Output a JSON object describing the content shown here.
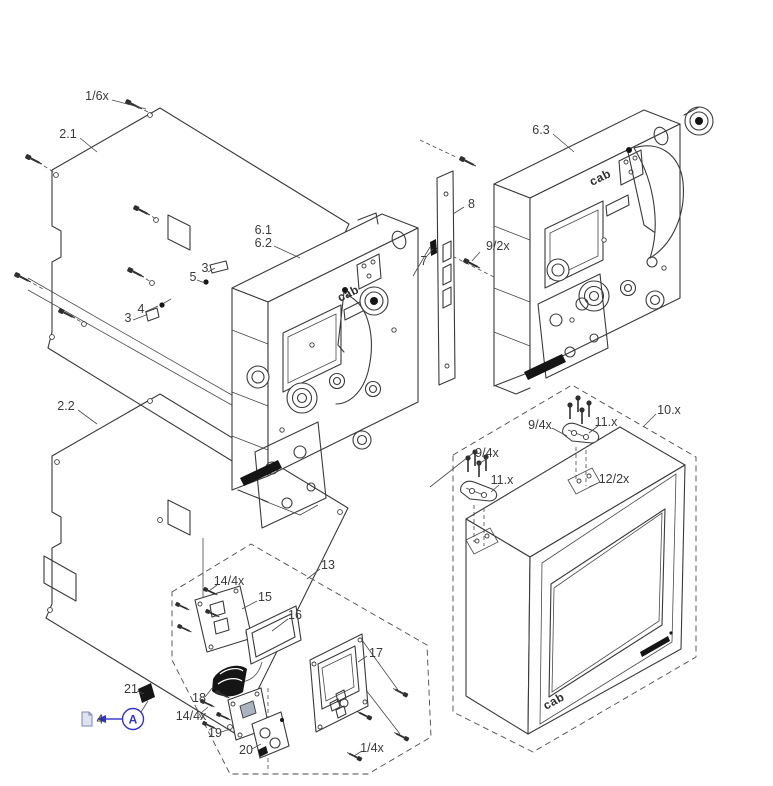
{
  "diagram": {
    "brand": {
      "logo": "cab"
    },
    "marker": {
      "letter": "A",
      "page_ref": "4"
    },
    "colors": {
      "line": "#3a3a3a",
      "accent_blue": "#3333cc",
      "paper": "#ffffff"
    },
    "callouts": {
      "k_1_6x": "1/6x",
      "k_2_1": "2.1",
      "k_2_2": "2.2",
      "k_6_1": "6.1",
      "k_6_2": "6.2",
      "k_6_3": "6.3",
      "k_8": "8",
      "k_7": "7",
      "k_9_2x": "9/2x",
      "k_3a": "3",
      "k_5": "5",
      "k_4": "4",
      "k_3b": "3",
      "k_10x": "10.x",
      "k_9_4x_right": "9/4x",
      "k_11x_right": "11.x",
      "k_9_4x_left": "9/4x",
      "k_11x_left": "11.x",
      "k_12_2x": "12/2x",
      "k_13": "13",
      "k_14_4x_top": "14/4x",
      "k_15": "15",
      "k_16": "16",
      "k_17": "17",
      "k_18": "18",
      "k_19": "19",
      "k_20": "20",
      "k_21": "21",
      "k_14_4x_bottom": "14/4x",
      "k_1_4x": "1/4x"
    }
  }
}
